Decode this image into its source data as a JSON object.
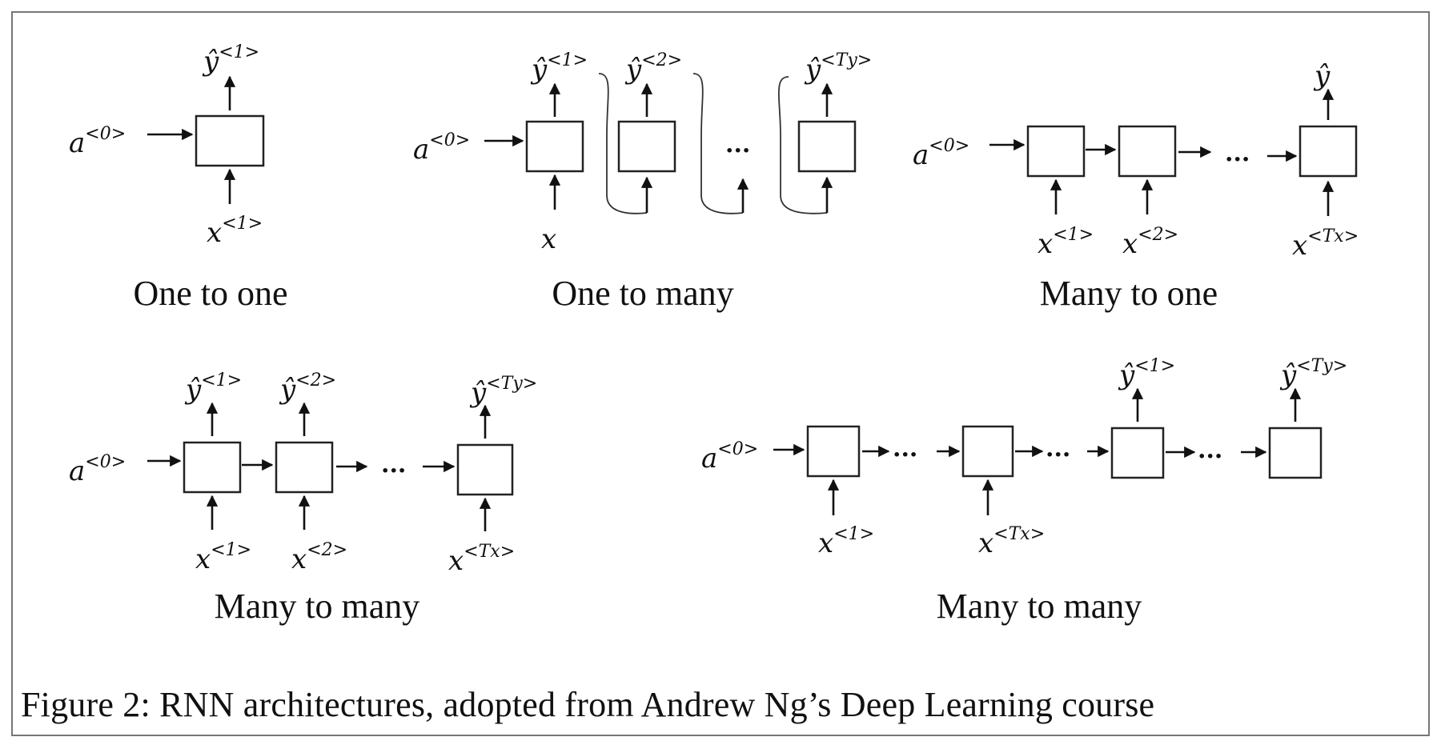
{
  "caption": "Figure 2: RNN architectures, adopted from Andrew Ng’s Deep Learning course",
  "panels": {
    "one_to_one": {
      "title": "One to one"
    },
    "one_to_many": {
      "title": "One to many"
    },
    "many_to_one": {
      "title": "Many to one"
    },
    "many_to_many_1": {
      "title": "Many to many"
    },
    "many_to_many_2": {
      "title": "Many to many"
    }
  },
  "symbols": {
    "a": "a",
    "x": "x",
    "y": "ŷ",
    "sup_0": "<0>",
    "sup_1": "<1>",
    "sup_2": "<2>",
    "sup_Tx": "<Tx>",
    "sup_Ty": "<Ty>",
    "dots": "···"
  }
}
